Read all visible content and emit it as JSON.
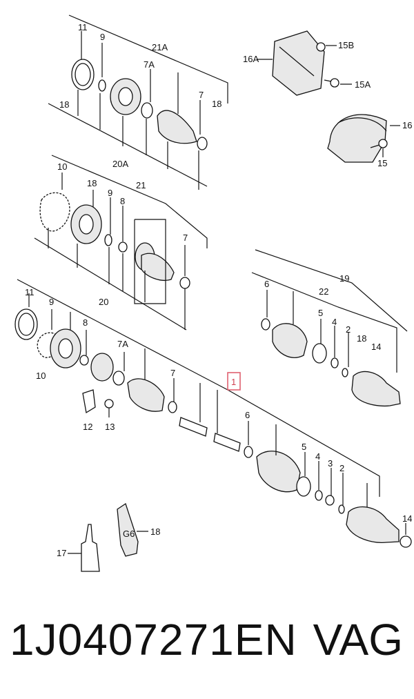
{
  "footer": {
    "part_number": "1J0407271EN",
    "brand": "VAG"
  },
  "highlight_label": "1",
  "callouts": [
    "11",
    "9",
    "21A",
    "18",
    "7A",
    "7",
    "18",
    "20A",
    "15B",
    "16A",
    "15A",
    "16",
    "15",
    "10",
    "18",
    "21",
    "9",
    "8",
    "7",
    "20",
    "19",
    "6",
    "22",
    "5",
    "4",
    "2",
    "18",
    "14",
    "11",
    "9",
    "8",
    "10",
    "7A",
    "7",
    "12",
    "13",
    "6",
    "5",
    "4",
    "3",
    "2",
    "14",
    "17",
    "18"
  ],
  "tube_marking": "G6",
  "colors": {
    "highlight": "#e06070",
    "ink": "#111111"
  }
}
